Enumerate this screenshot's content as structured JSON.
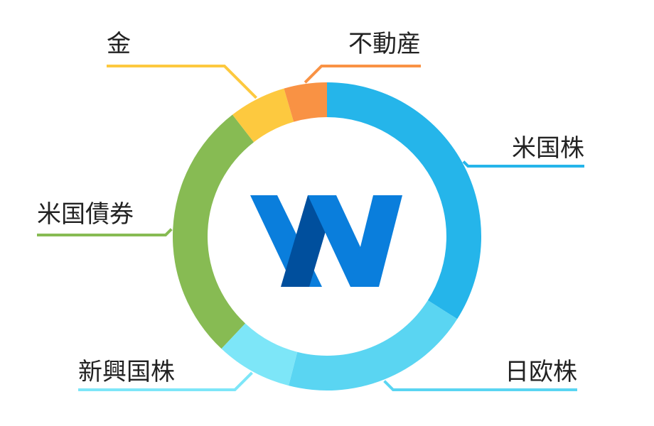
{
  "chart_data": {
    "type": "pie",
    "variant": "donut",
    "title": "",
    "legend": "none",
    "categories": [
      "米国株",
      "日欧株",
      "新興国株",
      "米国債券",
      "金",
      "不動産"
    ],
    "values": [
      34,
      20,
      8,
      27.5,
      6,
      4.5
    ],
    "colors": [
      "#25b5ea",
      "#5ad5f2",
      "#7de6f8",
      "#87bb53",
      "#fdc93f",
      "#f99244"
    ]
  },
  "logo": {
    "name": "W",
    "colors": [
      "#0a7edc",
      "#004f9d"
    ]
  }
}
